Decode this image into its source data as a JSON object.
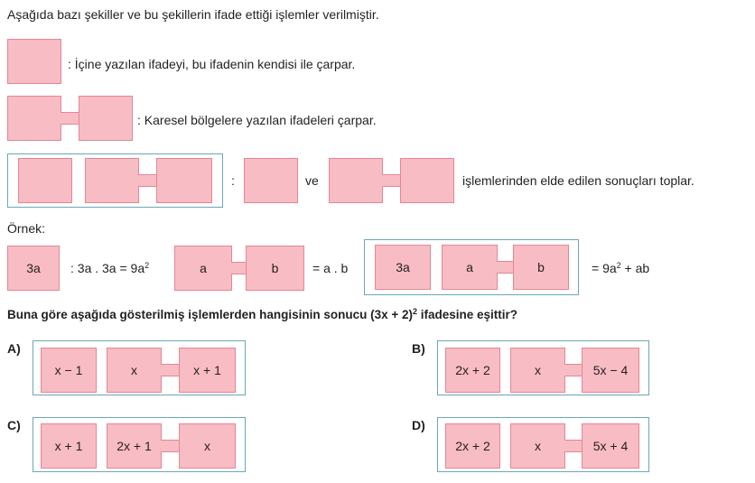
{
  "intro": "Aşağıda bazı şekiller ve bu şekillerin ifade ettiği işlemler verilmiştir.",
  "rule1": ": İçine yazılan ifadeyi, bu ifadenin kendisi ile çarpar.",
  "rule2": ": Karesel bölgelere yazılan ifadeleri çarpar.",
  "rule3": {
    "colon": ":",
    "ve": "ve",
    "text": "işlemlerinden elde edilen sonuçları toplar."
  },
  "example": {
    "title": "Örnek:",
    "single_box": "3a",
    "single_result_prefix": ": 3a . 3a = 9a",
    "single_result_exp": "2",
    "pair_left": "a",
    "pair_right": "b",
    "pair_result": "= a . b",
    "combo_single": "3a",
    "combo_pair_left": "a",
    "combo_pair_right": "b",
    "combo_result_prefix": "= 9a",
    "combo_result_exp": "2",
    "combo_result_suffix": " + ab"
  },
  "question": {
    "prefix": "Buna göre aşağıda gösterilmiş işlemlerden hangisinin sonucu (3x + 2)",
    "exp": "2",
    "suffix": " ifadesine eşittir?"
  },
  "options": [
    {
      "label": "A)",
      "single": "x − 1",
      "left": "x",
      "right": "x + 1"
    },
    {
      "label": "B)",
      "single": "2x + 2",
      "left": "x",
      "right": "5x − 4"
    },
    {
      "label": "C)",
      "single": "x + 1",
      "left": "2x + 1",
      "right": "x"
    },
    {
      "label": "D)",
      "single": "2x + 2",
      "left": "x",
      "right": "5x + 4"
    }
  ]
}
